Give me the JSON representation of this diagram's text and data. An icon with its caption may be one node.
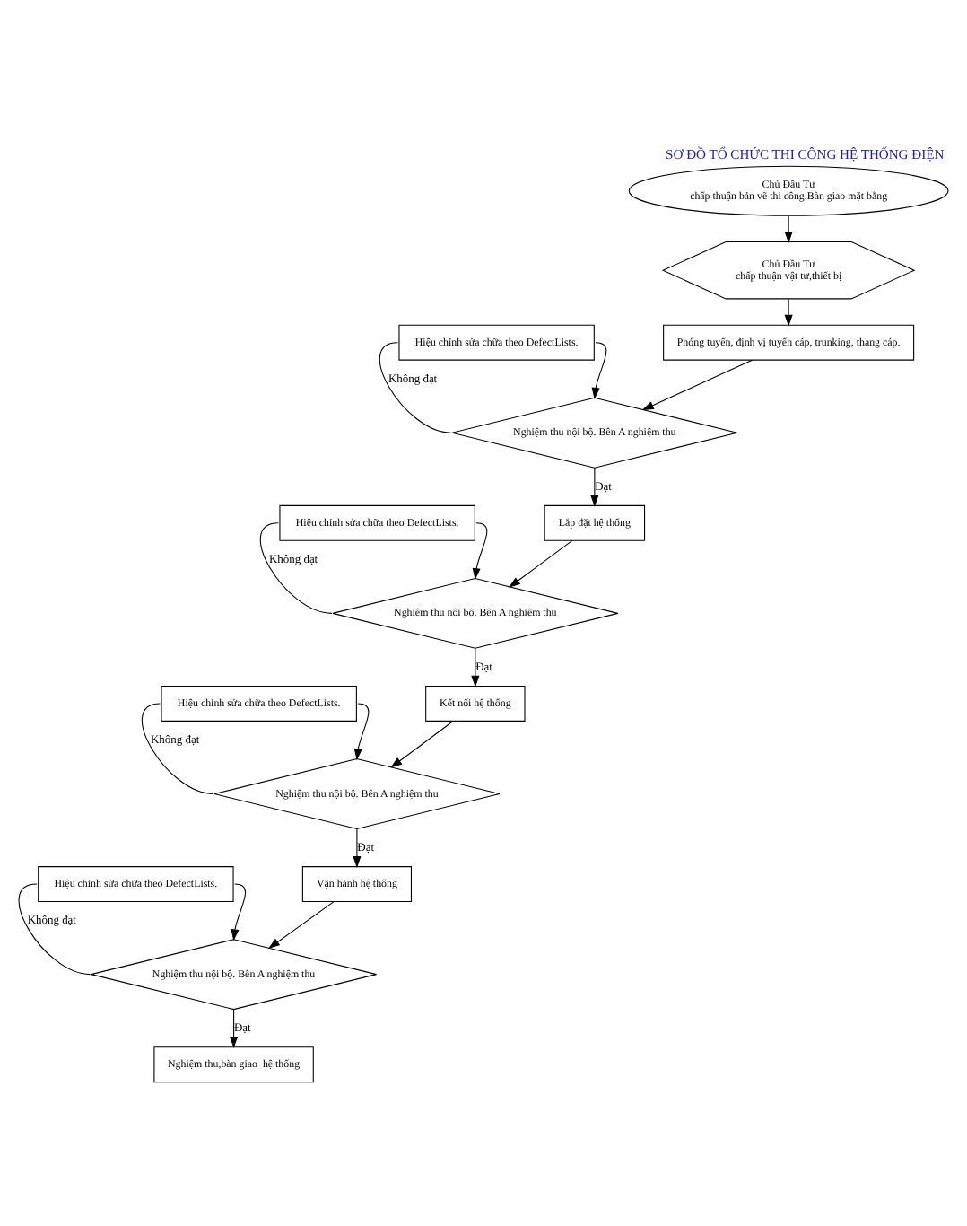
{
  "diagram": {
    "title": "SƠ ĐỒ TỔ CHỨC THI CÔNG HỆ THỐNG ĐIỆN",
    "nodes": [
      {
        "text": [
          "Chủ Đầu Tư",
          "chấp thuận bản vẽ thi công.Bàn giao mặt bằng"
        ]
      },
      {
        "text": [
          "Chủ Đầu Tư",
          "chấp thuận vật tư,thiết bị"
        ]
      },
      {
        "text": [
          "Phóng tuyến, định vị tuyến cáp, trunking, thang cáp."
        ]
      },
      {
        "text": [
          "Hiệu chỉnh sửa chữa theo DefectLists."
        ]
      },
      {
        "text": [
          "Nghiệm thu nội bộ. Bên A nghiệm thu"
        ]
      },
      {
        "text": [
          "Lắp đặt hệ thống"
        ]
      },
      {
        "text": [
          "Hiệu chỉnh sửa chữa theo DefectLists."
        ]
      },
      {
        "text": [
          "Nghiệm thu nội bộ. Bên A nghiệm thu"
        ]
      },
      {
        "text": [
          "Kết nối hệ thống"
        ]
      },
      {
        "text": [
          "Hiệu chỉnh sửa chữa theo DefectLists."
        ]
      },
      {
        "text": [
          "Nghiệm thu nội bộ. Bên A nghiệm thu"
        ]
      },
      {
        "text": [
          "Vận hành hệ thống"
        ]
      },
      {
        "text": [
          "Hiệu chỉnh sửa chữa theo DefectLists."
        ]
      },
      {
        "text": [
          "Nghiệm thu nội bộ. Bên A nghiệm thu"
        ]
      },
      {
        "text": [
          "Nghiệm thu,bàn giao  hệ thống"
        ]
      }
    ],
    "edges": [
      {
        "from": 0,
        "to": 1,
        "arrow": "to"
      },
      {
        "from": 1,
        "to": 2,
        "arrow": "to"
      },
      {
        "from": 2,
        "to": 4,
        "arrow": "to"
      },
      {
        "from": 4,
        "to": 3,
        "arrow": "none",
        "label": "Không đạt"
      },
      {
        "from": 3,
        "to": 4,
        "arrow": "to"
      },
      {
        "from": 4,
        "to": 5,
        "arrow": "to",
        "label": "Đạt"
      },
      {
        "from": 5,
        "to": 7,
        "arrow": "to"
      },
      {
        "from": 7,
        "to": 6,
        "arrow": "none",
        "label": "Không đạt"
      },
      {
        "from": 6,
        "to": 7,
        "arrow": "to"
      },
      {
        "from": 7,
        "to": 8,
        "arrow": "to",
        "label": "Đạt"
      },
      {
        "from": 8,
        "to": 10,
        "arrow": "to"
      },
      {
        "from": 10,
        "to": 9,
        "arrow": "none",
        "label": "Không đạt"
      },
      {
        "from": 9,
        "to": 10,
        "arrow": "to"
      },
      {
        "from": 10,
        "to": 11,
        "arrow": "to",
        "label": "Đạt"
      },
      {
        "from": 11,
        "to": 13,
        "arrow": "to"
      },
      {
        "from": 13,
        "to": 12,
        "arrow": "none",
        "label": "Không đạt"
      },
      {
        "from": 12,
        "to": 13,
        "arrow": "to"
      },
      {
        "from": 13,
        "to": 14,
        "arrow": "to",
        "label": "Đạt"
      }
    ]
  }
}
